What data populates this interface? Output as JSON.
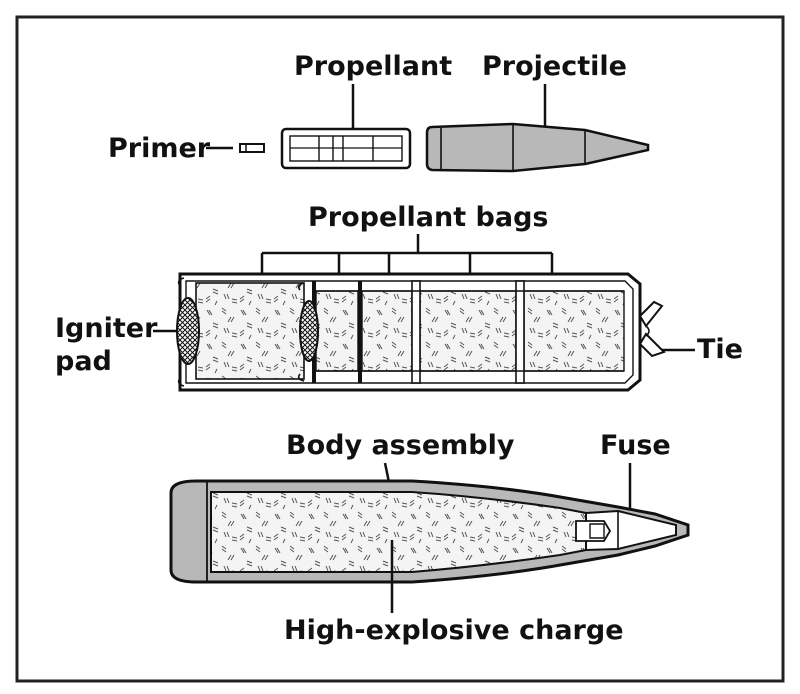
{
  "labels": {
    "primer": "Primer",
    "propellant": "Propellant",
    "projectile": "Projectile",
    "propellant_bags": "Propellant bags",
    "igniter_line1": "Igniter",
    "igniter_line2": "pad",
    "tie": "Tie",
    "body_assembly": "Body assembly",
    "fuse": "Fuse",
    "high_explosive_charge": "High-explosive charge"
  },
  "colors": {
    "outline": "#111111",
    "shell_fill": "#b8b8b8",
    "charge_fill": "#f2f2f2",
    "frame": "#222222"
  }
}
